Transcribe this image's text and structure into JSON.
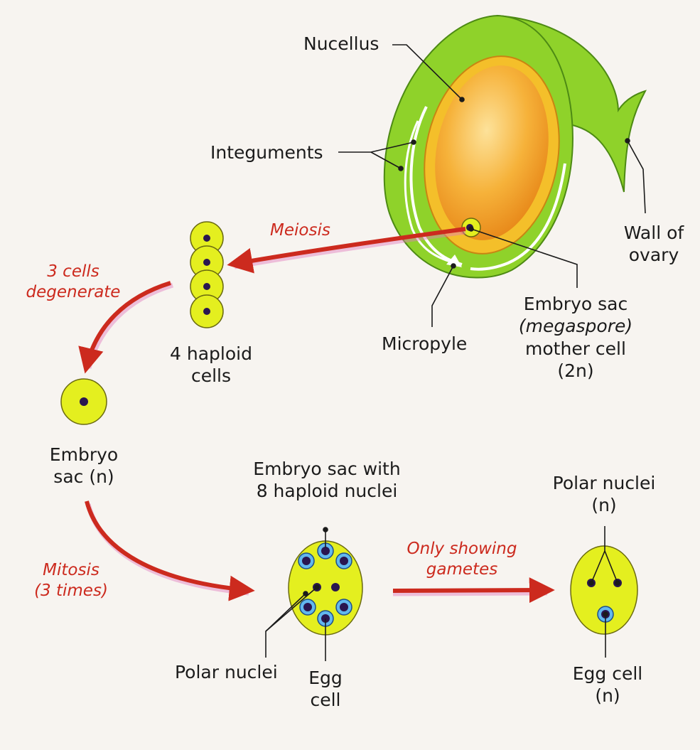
{
  "colors": {
    "ovule_green": "#8fd22a",
    "nucellus_orange": "#f2a21e",
    "cell_yellow": "#e4ef1f",
    "nucleus": "#2a1650",
    "egg_ring": "#62b8ee",
    "arrow_red": "#cc2a1e"
  },
  "labels": {
    "nucellus": "Nucellus",
    "integuments": "Integuments",
    "wall_of_ovary": [
      "Wall of",
      "ovary"
    ],
    "micropyle": "Micropyle",
    "emc": {
      "line1": "Embryo sac",
      "line2": "(megaspore)",
      "line3": "mother cell",
      "line4": "(2n)"
    },
    "four_haploid": [
      "4 haploid",
      "cells"
    ],
    "embryo_sac_n": [
      "Embryo",
      "sac (n)"
    ],
    "embryo_sac_8": [
      "Embryo sac with",
      "8 haploid nuclei"
    ],
    "polar_nuclei_left": "Polar nuclei",
    "egg_cell_left": [
      "Egg",
      "cell"
    ],
    "polar_nuclei_right": [
      "Polar nuclei",
      "(n)"
    ],
    "egg_cell_right": [
      "Egg cell",
      "(n)"
    ]
  },
  "processes": {
    "meiosis": "Meiosis",
    "degenerate": [
      "3 cells",
      "degenerate"
    ],
    "mitosis": [
      "Mitosis",
      "(3 times)"
    ],
    "only_showing": [
      "Only showing",
      "gametes"
    ]
  }
}
